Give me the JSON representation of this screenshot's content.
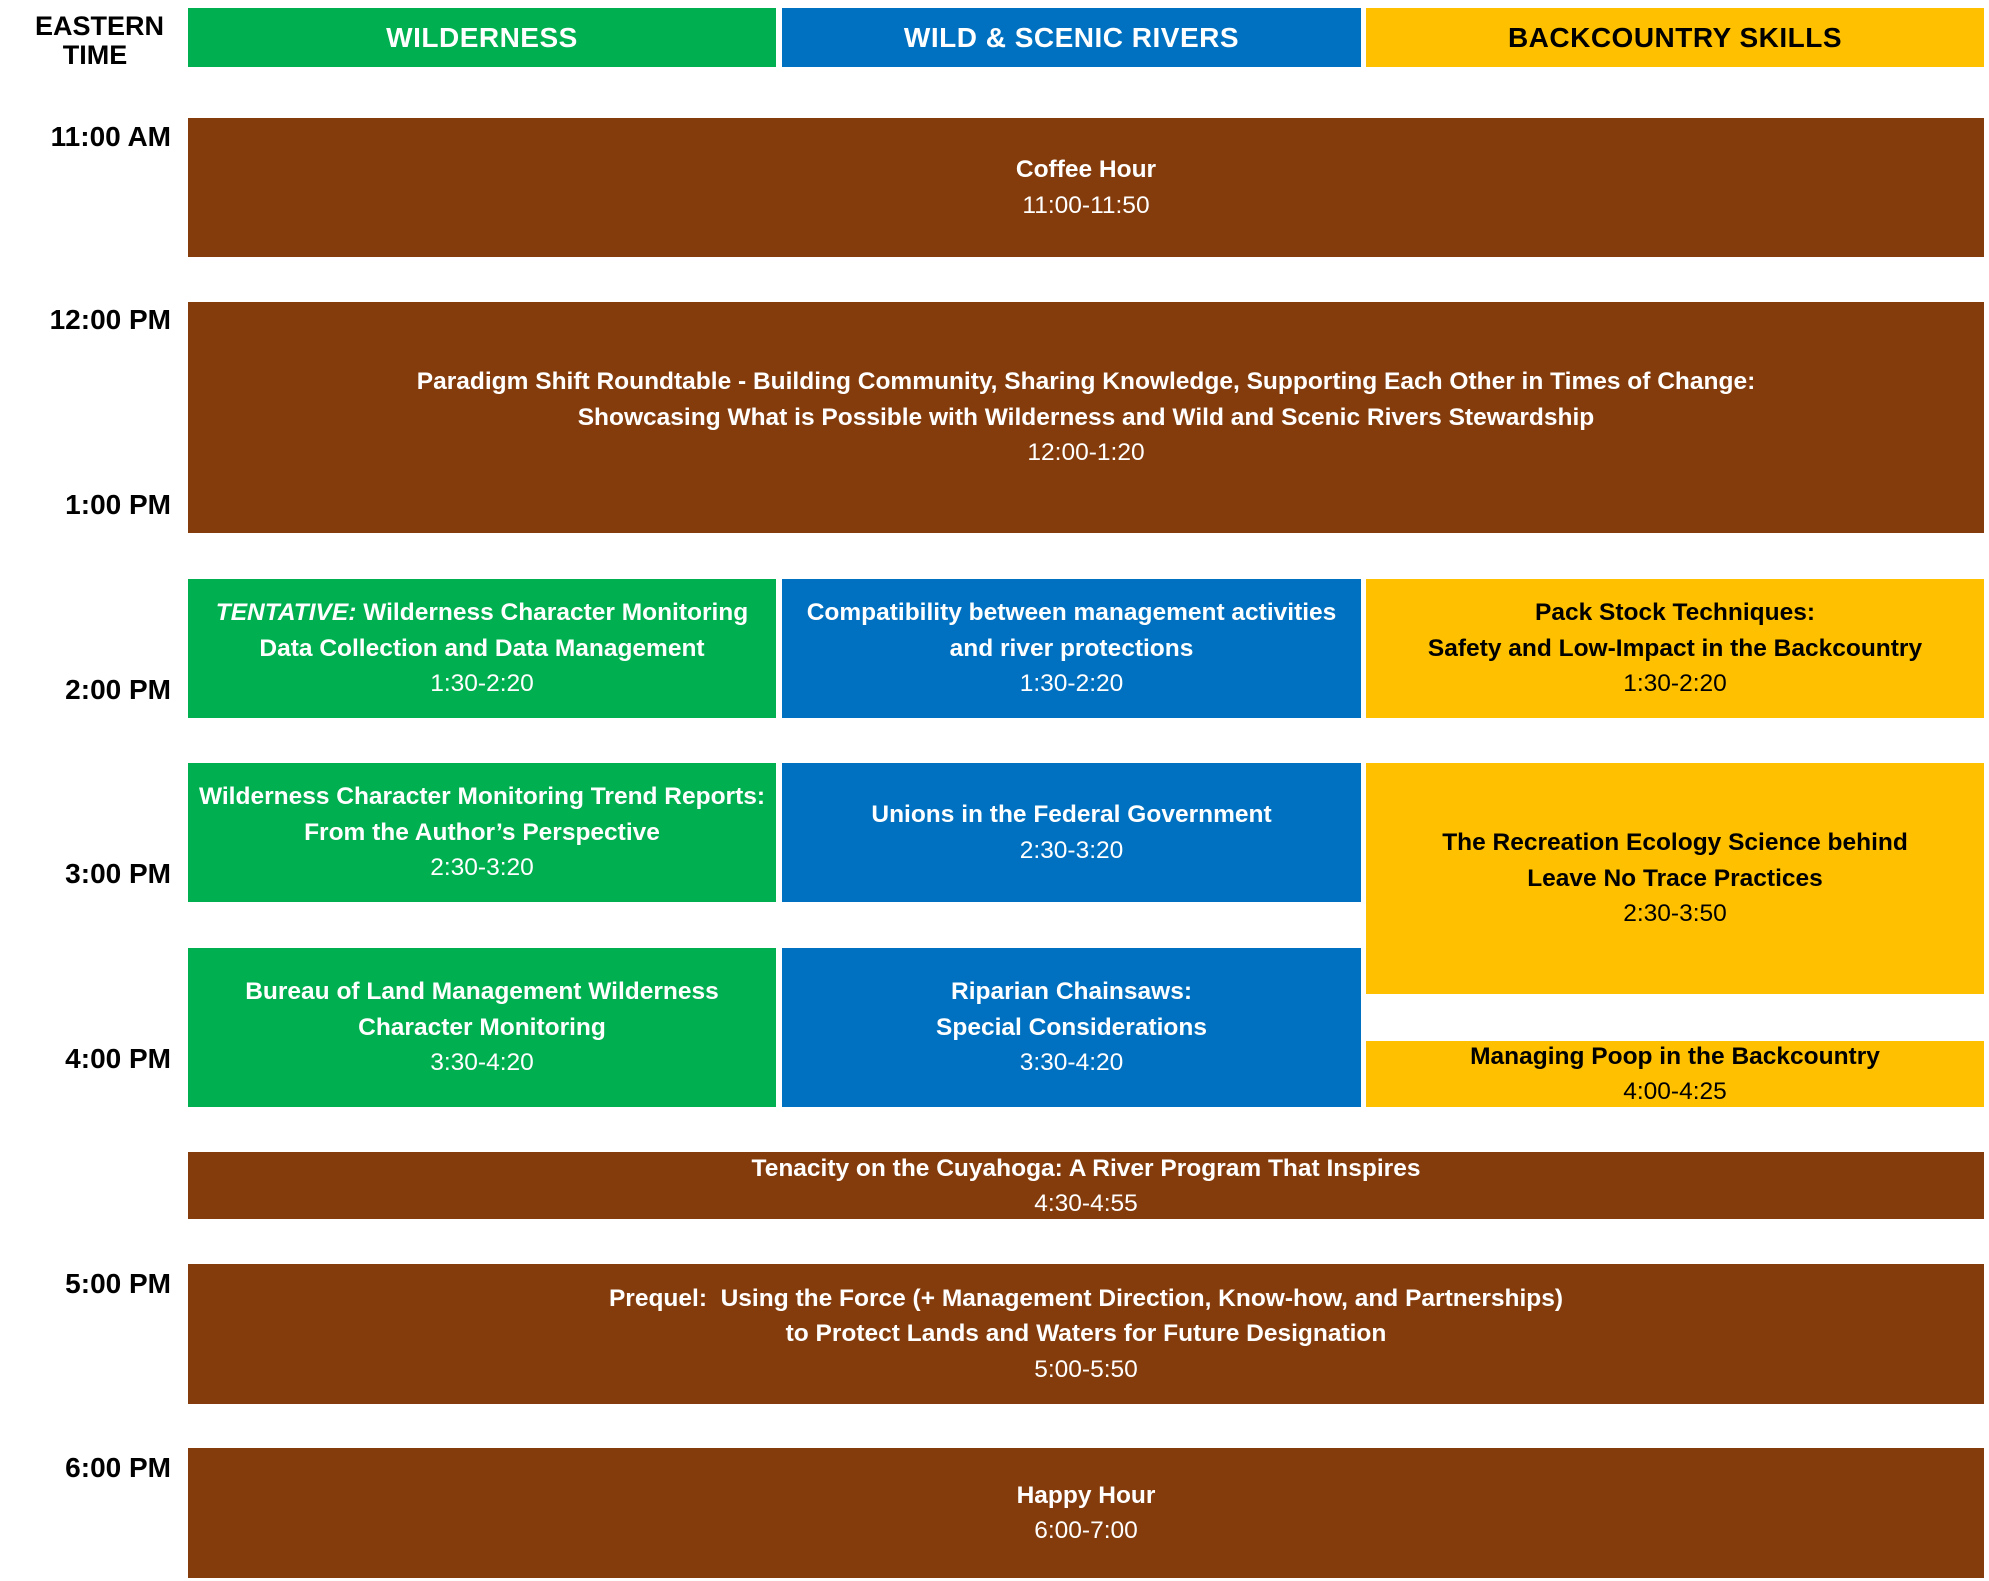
{
  "header": {
    "time_label": "EASTERN TIME",
    "columns": [
      "WILDERNESS",
      "WILD & SCENIC RIVERS",
      "BACKCOUNTRY SKILLS"
    ]
  },
  "colors": {
    "wilderness": "#00b050",
    "rivers": "#0070c0",
    "backcountry": "#ffc000",
    "plenary": "#843c0c"
  },
  "times": [
    "11:00 AM",
    "12:00 PM",
    "1:00 PM",
    "2:00 PM",
    "3:00 PM",
    "4:00 PM",
    "5:00 PM",
    "6:00 PM"
  ],
  "sessions": {
    "coffee": {
      "title": "Coffee Hour",
      "time": "11:00-11:50"
    },
    "paradigm": {
      "title1": "Paradigm Shift Roundtable - Building Community, Sharing Knowledge, Supporting Each Other in Times of Change:",
      "title2": "Showcasing What is Possible with Wilderness and Wild and Scenic Rivers Stewardship",
      "time": "12:00-1:20"
    },
    "wcm_data": {
      "tentative": "TENTATIVE:",
      "title1": "Wilderness Character Monitoring",
      "title2": "Data Collection and Data Management",
      "time": "1:30-2:20"
    },
    "compat": {
      "title1": "Compatibility between management activities",
      "title2": "and river protections",
      "time": "1:30-2:20"
    },
    "packstock": {
      "title1": "Pack Stock Techniques:",
      "title2": "Safety and Low-Impact in the Backcountry",
      "time": "1:30-2:20"
    },
    "trend": {
      "title1": "Wilderness Character Monitoring Trend Reports:",
      "title2": "From the Author’s Perspective",
      "time": "2:30-3:20"
    },
    "unions": {
      "title": "Unions in the Federal Government",
      "time": "2:30-3:20"
    },
    "receco": {
      "title1": "The Recreation Ecology Science behind",
      "title2": "Leave No Trace Practices",
      "time": "2:30-3:50"
    },
    "blm": {
      "title1": "Bureau of Land Management Wilderness",
      "title2": "Character Monitoring",
      "time": "3:30-4:20"
    },
    "chainsaw": {
      "title1": "Riparian Chainsaws:",
      "title2": "Special Considerations",
      "time": "3:30-4:20"
    },
    "poop": {
      "title": "Managing Poop in the Backcountry",
      "time": "4:00-4:25"
    },
    "tenacity": {
      "title": "Tenacity on the Cuyahoga: A River Program That Inspires",
      "time": "4:30-4:55"
    },
    "prequel": {
      "title1": "Prequel:  Using the Force (+ Management Direction, Know-how, and Partnerships)",
      "title2": "to Protect Lands and Waters for Future Designation",
      "time": "5:00-5:50"
    },
    "happy": {
      "title": "Happy Hour",
      "time": "6:00-7:00"
    }
  }
}
